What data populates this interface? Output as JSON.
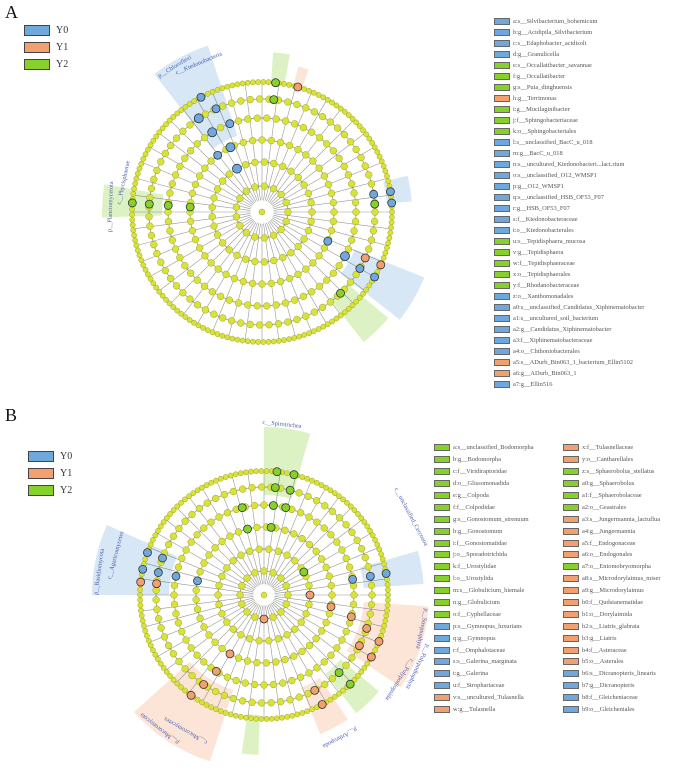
{
  "colors": {
    "Y0": "#6ea8dc",
    "Y1": "#f3a070",
    "Y2": "#86d12a",
    "node": "#d8e23a",
    "nodeStroke": "#9aa21e",
    "branch": "#444444"
  },
  "panels": [
    {
      "letter": "A",
      "legend": [
        {
          "label": "Y0",
          "color": "Y0"
        },
        {
          "label": "Y1",
          "color": "Y1"
        },
        {
          "label": "Y2",
          "color": "Y2"
        }
      ],
      "taxa": [
        {
          "label": "a:s__Silvibacterium_bohemicum",
          "group": "Y0"
        },
        {
          "label": "b:g__Acidipila_Silvibacterium",
          "group": "Y0"
        },
        {
          "label": "c:s__Edaphobacter_acidisoli",
          "group": "Y0"
        },
        {
          "label": "d:g__Granulicella",
          "group": "Y0"
        },
        {
          "label": "e:s__Occallatibacter_savannae",
          "group": "Y2"
        },
        {
          "label": "f:g__Occallatibacter",
          "group": "Y2"
        },
        {
          "label": "g:s__Puia_dinghuensis",
          "group": "Y2"
        },
        {
          "label": "h:g__Terrimonas",
          "group": "Y1"
        },
        {
          "label": "i:g__Mucilaginibacter",
          "group": "Y2"
        },
        {
          "label": "j:f__Sphingobacteriaceae",
          "group": "Y2"
        },
        {
          "label": "k:o__Sphingobacteriales",
          "group": "Y2"
        },
        {
          "label": "l:s__unclassified_BacC_u_018",
          "group": "Y0"
        },
        {
          "label": "m:g__BacC_u_018",
          "group": "Y0"
        },
        {
          "label": "n:s__uncultured_Ktedonobacteri...lact.rium",
          "group": "Y0"
        },
        {
          "label": "o:s__unclassified_O12_WMSP1",
          "group": "Y0"
        },
        {
          "label": "p:g__O12_WMSP1",
          "group": "Y0"
        },
        {
          "label": "q:s__unclassified_HSB_OF53_F07",
          "group": "Y0"
        },
        {
          "label": "r:g__HSB_OF53_F07",
          "group": "Y0"
        },
        {
          "label": "s:f__Ktedonobacteraceae",
          "group": "Y0"
        },
        {
          "label": "t:o__Ktedonobacterales",
          "group": "Y0"
        },
        {
          "label": "u:s__Tepidisphaera_mucosa",
          "group": "Y2"
        },
        {
          "label": "v:g__Tepidisphaera",
          "group": "Y2"
        },
        {
          "label": "w:f__Tepidisphaeraceae",
          "group": "Y2"
        },
        {
          "label": "x:o__Tepidisphaerales",
          "group": "Y2"
        },
        {
          "label": "y:f__Rhodanobacteraceae",
          "group": "Y2"
        },
        {
          "label": "z:o__Xanthomonadales",
          "group": "Y0"
        },
        {
          "label": "a0:s__unclassified_Candidatus_Xiphinematobacter",
          "group": "Y0"
        },
        {
          "label": "a1:s__uncultured_soil_bacterium",
          "group": "Y0"
        },
        {
          "label": "a2:g__Candidatus_Xiphinematobacter",
          "group": "Y0"
        },
        {
          "label": "a3:f__Xiphinematobacteraceae",
          "group": "Y0"
        },
        {
          "label": "a4:o__Chthoniobacterales",
          "group": "Y0"
        },
        {
          "label": "a5:s__ADurb_Bin063_1_bacterium_Ellin5102",
          "group": "Y1"
        },
        {
          "label": "a6:g__ADurb_Bin063_1",
          "group": "Y1"
        },
        {
          "label": "a7:g__Ellin516",
          "group": "Y0"
        }
      ],
      "clade_labels": [
        {
          "text": "p__Chloroflexi",
          "angle": -121
        },
        {
          "text": "c__Ktedonobacteria",
          "angle": -113
        },
        {
          "text": "p__Planctomycetota",
          "angle": -178
        },
        {
          "text": "c__Phycisphaerae",
          "angle": -168
        }
      ]
    },
    {
      "letter": "B",
      "legend": [
        {
          "label": "Y0",
          "color": "Y0"
        },
        {
          "label": "Y1",
          "color": "Y1"
        },
        {
          "label": "Y2",
          "color": "Y2"
        }
      ],
      "taxa_col1": [
        {
          "label": "a:s__unclassified_Bodomorpha",
          "group": "Y2"
        },
        {
          "label": "b:g__Bodomorpha",
          "group": "Y2"
        },
        {
          "label": "c:f__Viridiraptoridae",
          "group": "Y2"
        },
        {
          "label": "d:o__Glissomonadida",
          "group": "Y2"
        },
        {
          "label": "e:g__Colpoda",
          "group": "Y2"
        },
        {
          "label": "f:f__Colpodidae",
          "group": "Y2"
        },
        {
          "label": "g:s__Gonostomum_strenuum",
          "group": "Y2"
        },
        {
          "label": "h:g__Gonostomum",
          "group": "Y2"
        },
        {
          "label": "i:f__Gonostomatidae",
          "group": "Y2"
        },
        {
          "label": "j:o__Sporadotrichida",
          "group": "Y2"
        },
        {
          "label": "k:f__Urostylidae",
          "group": "Y2"
        },
        {
          "label": "l:o__Urostylida",
          "group": "Y2"
        },
        {
          "label": "m:s__Globulicium_hiemale",
          "group": "Y2"
        },
        {
          "label": "n:g__Globulicium",
          "group": "Y2"
        },
        {
          "label": "o:f__Cyphellaceae",
          "group": "Y2"
        },
        {
          "label": "p:s__Gymnopus_luxurians",
          "group": "Y0"
        },
        {
          "label": "q:g__Gymnopus",
          "group": "Y0"
        },
        {
          "label": "r:f__Omphalotaceae",
          "group": "Y0"
        },
        {
          "label": "s:s__Galerina_marginata",
          "group": "Y0"
        },
        {
          "label": "t:g__Galerina",
          "group": "Y0"
        },
        {
          "label": "u:f__Strophariaceae",
          "group": "Y0"
        },
        {
          "label": "v:s__uncultured_Tulasnella",
          "group": "Y1"
        },
        {
          "label": "w:g__Tulasnella",
          "group": "Y1"
        }
      ],
      "taxa_col2": [
        {
          "label": "x:f__Tulasnellaceae",
          "group": "Y1"
        },
        {
          "label": "y:o__Cantharellales",
          "group": "Y1"
        },
        {
          "label": "z:s__Sphaerobolus_stellatus",
          "group": "Y2"
        },
        {
          "label": "a0:g__Sphaerobolus",
          "group": "Y2"
        },
        {
          "label": "a1:f__Sphaerobolaceae",
          "group": "Y2"
        },
        {
          "label": "a2:o__Geastrales",
          "group": "Y2"
        },
        {
          "label": "a3:s__Jungermannia_lactuflua",
          "group": "Y1"
        },
        {
          "label": "a4:g__Jungermannia",
          "group": "Y1"
        },
        {
          "label": "a5:f__Endogonaceae",
          "group": "Y1"
        },
        {
          "label": "a6:o__Endogonales",
          "group": "Y1"
        },
        {
          "label": "a7:o__Entomobryomorpha",
          "group": "Y2"
        },
        {
          "label": "a8:s__Microdorylaimus_miser",
          "group": "Y1"
        },
        {
          "label": "a9:g__Microdorylaimus",
          "group": "Y1"
        },
        {
          "label": "b0:f__Qudsianematidae",
          "group": "Y1"
        },
        {
          "label": "b1:o__Dorylaimida",
          "group": "Y1"
        },
        {
          "label": "b2:s__Liatris_glabrata",
          "group": "Y1"
        },
        {
          "label": "b3:g__Liatris",
          "group": "Y1"
        },
        {
          "label": "b4:f__Asteraceae",
          "group": "Y1"
        },
        {
          "label": "b5:o__Asterales",
          "group": "Y1"
        },
        {
          "label": "b6:s__Dicranopteris_linearis",
          "group": "Y0"
        },
        {
          "label": "b7:g__Dicranopteris",
          "group": "Y0"
        },
        {
          "label": "b8:f__Gleicheniaceae",
          "group": "Y0"
        },
        {
          "label": "b9:o__Gleicheniales",
          "group": "Y0"
        }
      ],
      "clade_labels": [
        {
          "text": "c__Spirotrichea",
          "angle": -84
        },
        {
          "text": "c__unclassified_Cercozoa",
          "angle": -28
        },
        {
          "text": "p__Basidiomycota",
          "angle": -172
        },
        {
          "text": "c__Agaricomycetes",
          "angle": -165
        },
        {
          "text": "p__Streptophyta",
          "angle": 12
        },
        {
          "text": "p__Polypodiophyta",
          "angle": 25
        },
        {
          "text": "c__Polypodiopsida",
          "angle": 32
        },
        {
          "text": "p__Mucoromycota",
          "angle": 128
        },
        {
          "text": "c__Mucoromycetes",
          "angle": 120
        },
        {
          "text": "p__Arthropoda",
          "angle": 62
        }
      ]
    }
  ]
}
